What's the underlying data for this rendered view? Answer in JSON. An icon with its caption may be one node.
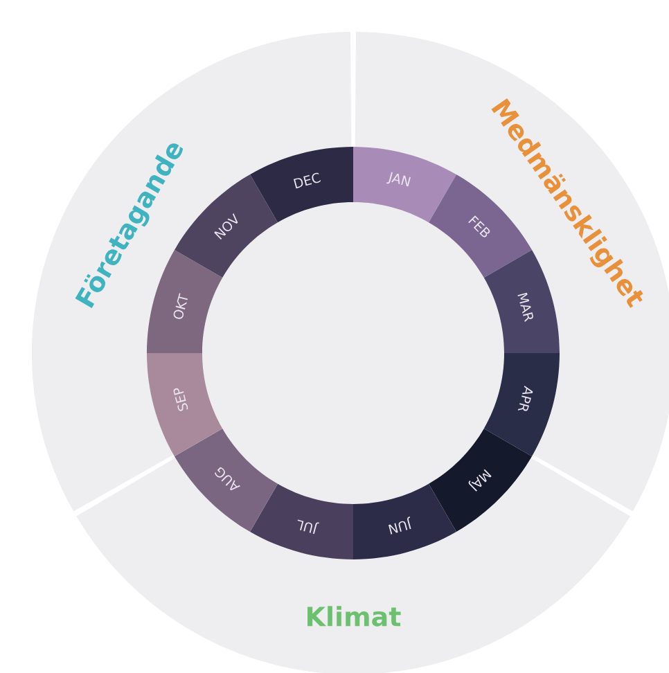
{
  "diagram": {
    "nodes": [
      {
        "text": [
          "Företagande"
        ]
      },
      {
        "text": [
          "Medmänsklighet"
        ]
      },
      {
        "text": [
          "Klimat"
        ]
      },
      {
        "text": [
          "JAN"
        ]
      },
      {
        "text": [
          "FEB"
        ]
      },
      {
        "text": [
          "MAR"
        ]
      },
      {
        "text": [
          "APR"
        ]
      },
      {
        "text": [
          "MAJ"
        ]
      },
      {
        "text": [
          "JUN"
        ]
      },
      {
        "text": [
          "JUL"
        ]
      },
      {
        "text": [
          "AUG"
        ]
      },
      {
        "text": [
          "SEP"
        ]
      },
      {
        "text": [
          "OKT"
        ]
      },
      {
        "text": [
          "NOV"
        ]
      },
      {
        "text": [
          "DEC"
        ]
      }
    ]
  }
}
